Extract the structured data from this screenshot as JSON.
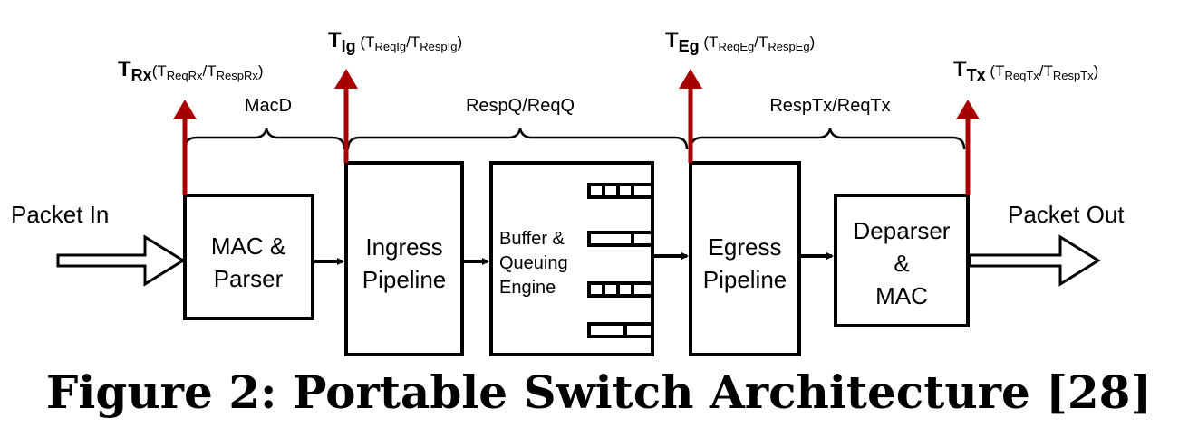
{
  "figure": {
    "caption": "Figure 2: Portable Switch Architecture [28]"
  },
  "io": {
    "packet_in": "Packet In",
    "packet_out": "Packet Out"
  },
  "blocks": {
    "mac_parser": [
      "MAC &",
      "Parser"
    ],
    "ingress": [
      "Ingress",
      "Pipeline"
    ],
    "buffer": [
      "Buffer &",
      "Queuing",
      "Engine"
    ],
    "egress": [
      "Egress",
      "Pipeline"
    ],
    "deparser": [
      "Deparser",
      "&",
      "MAC"
    ]
  },
  "spans": {
    "macd": "MacD",
    "respq_reqq": "RespQ/ReqQ",
    "resptx_reqtx": "RespTx/ReqTx"
  },
  "timestamps": {
    "rx": {
      "main": "T",
      "sub": "Rx",
      "open": "(T",
      "req": "ReqRx",
      "slash": "/T",
      "resp": "RespRx",
      "close": ")"
    },
    "ig": {
      "main": "T",
      "sub": "Ig",
      "open": " (T",
      "req": "ReqIg",
      "slash": "/T",
      "resp": "RespIg",
      "close": ")"
    },
    "eg": {
      "main": "T",
      "sub": "Eg",
      "open": " (T",
      "req": "ReqEg",
      "slash": "/T",
      "resp": "RespEg",
      "close": ")"
    },
    "tx": {
      "main": "T",
      "sub": "Tx",
      "open": " (T",
      "req": "ReqTx",
      "slash": "/T",
      "resp": "RespTx",
      "close": ")"
    }
  },
  "colors": {
    "marker": "#a80000",
    "stroke": "#000000"
  }
}
